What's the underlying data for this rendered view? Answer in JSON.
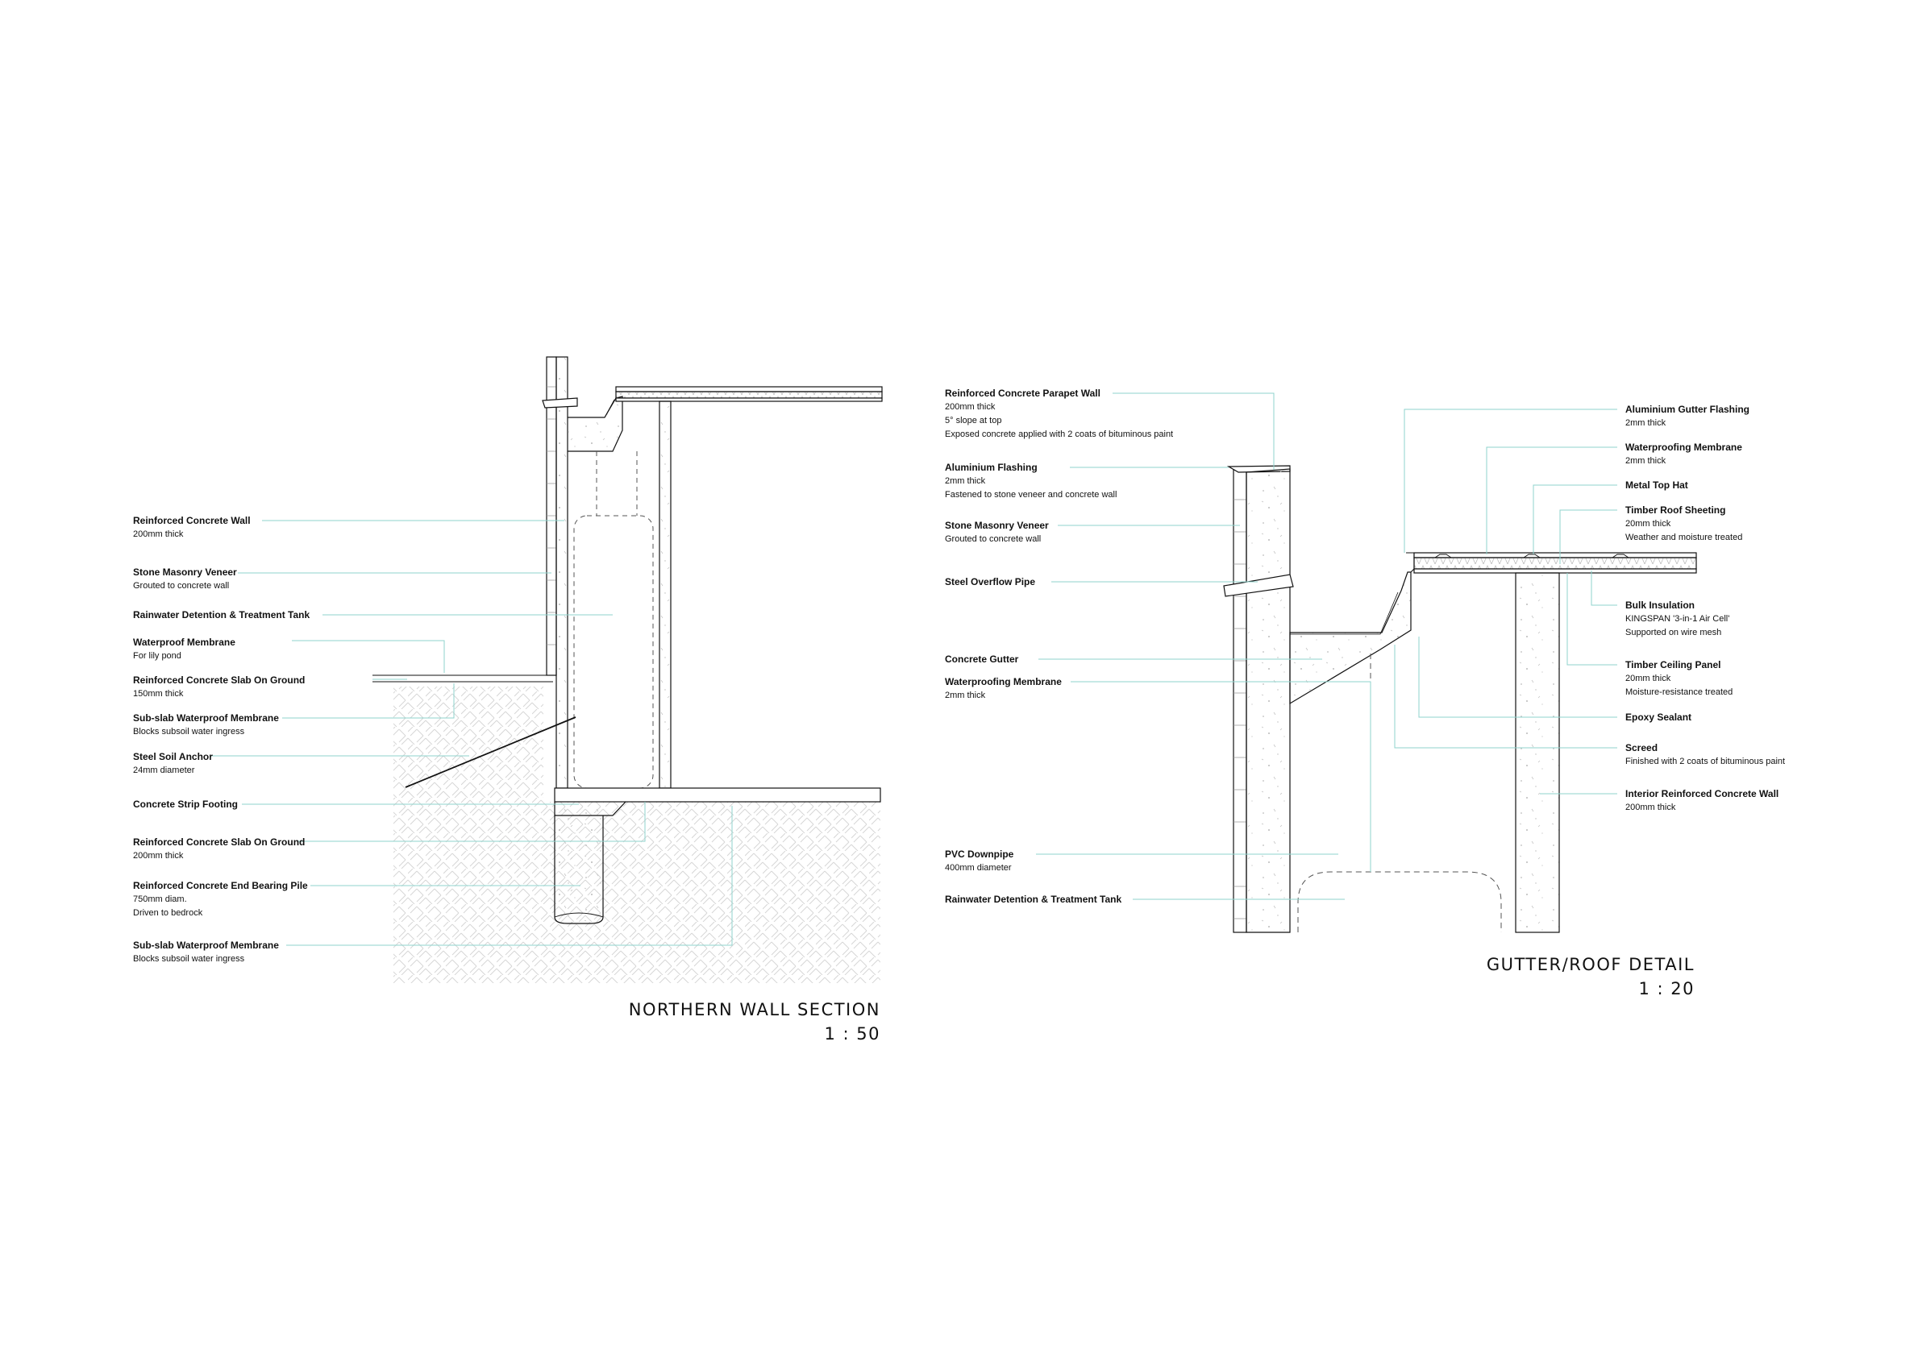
{
  "colors": {
    "leader": "#8fd3cd",
    "ink": "#111111",
    "hatch": "#d2d2d2"
  },
  "north_section": {
    "title": "NORTHERN WALL SECTION",
    "scale": "1 : 50",
    "labels": [
      {
        "title": "Reinforced Concrete Wall",
        "lines": [
          "200mm thick"
        ]
      },
      {
        "title": "Stone Masonry Veneer",
        "lines": [
          "Grouted to concrete wall"
        ]
      },
      {
        "title": "Rainwater Detention & Treatment Tank",
        "lines": []
      },
      {
        "title": "Waterproof Membrane",
        "lines": [
          "For lily pond"
        ]
      },
      {
        "title": "Reinforced Concrete Slab On Ground",
        "lines": [
          "150mm thick"
        ]
      },
      {
        "title": "Sub-slab Waterproof Membrane",
        "lines": [
          "Blocks subsoil water ingress"
        ]
      },
      {
        "title": "Steel Soil Anchor",
        "lines": [
          "24mm diameter"
        ]
      },
      {
        "title": "Concrete Strip Footing",
        "lines": []
      },
      {
        "title": "Reinforced Concrete Slab On Ground",
        "lines": [
          "200mm thick"
        ]
      },
      {
        "title": "Reinforced Concrete End Bearing Pile",
        "lines": [
          "750mm diam.",
          "Driven to bedrock"
        ]
      },
      {
        "title": "Sub-slab Waterproof Membrane",
        "lines": [
          "Blocks subsoil water ingress"
        ]
      }
    ]
  },
  "gutter_detail": {
    "title": "GUTTER/ROOF DETAIL",
    "scale": "1 : 20",
    "left_labels": [
      {
        "title": "Reinforced Concrete Parapet Wall",
        "lines": [
          "200mm thick",
          "5° slope at top",
          "Exposed concrete applied with 2 coats of bituminous paint"
        ]
      },
      {
        "title": "Aluminium Flashing",
        "lines": [
          "2mm thick",
          "Fastened to stone veneer and concrete wall"
        ]
      },
      {
        "title": "Stone Masonry Veneer",
        "lines": [
          "Grouted to concrete wall"
        ]
      },
      {
        "title": "Steel Overflow Pipe",
        "lines": []
      },
      {
        "title": "Concrete Gutter",
        "lines": []
      },
      {
        "title": "Waterproofing Membrane",
        "lines": [
          "2mm thick"
        ]
      },
      {
        "title": "PVC Downpipe",
        "lines": [
          "400mm diameter"
        ]
      },
      {
        "title": "Rainwater Detention & Treatment Tank",
        "lines": []
      }
    ],
    "right_labels": [
      {
        "title": "Aluminium Gutter Flashing",
        "lines": [
          "2mm thick"
        ]
      },
      {
        "title": "Waterproofing Membrane",
        "lines": [
          "2mm thick"
        ]
      },
      {
        "title": "Metal Top Hat",
        "lines": []
      },
      {
        "title": "Timber Roof Sheeting",
        "lines": [
          "20mm thick",
          "Weather and moisture treated"
        ]
      },
      {
        "title": "Bulk Insulation",
        "lines": [
          "KINGSPAN '3-in-1 Air Cell'",
          "Supported on wire mesh"
        ]
      },
      {
        "title": "Timber Ceiling Panel",
        "lines": [
          "20mm thick",
          "Moisture-resistance treated"
        ]
      },
      {
        "title": "Epoxy Sealant",
        "lines": []
      },
      {
        "title": "Screed",
        "lines": [
          "Finished with 2 coats of bituminous paint"
        ]
      },
      {
        "title": "Interior Reinforced Concrete Wall",
        "lines": [
          "200mm thick"
        ]
      }
    ]
  }
}
